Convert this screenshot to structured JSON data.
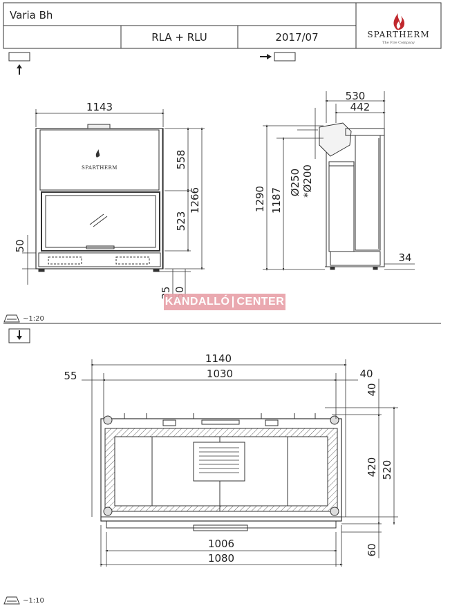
{
  "header": {
    "model": "Varia Bh",
    "variant": "RLA + RLU",
    "date": "2017/07",
    "logo_text": "SPARTHERM",
    "logo_tagline": "The Fire Company",
    "brand_color": "#c0282d"
  },
  "front_view": {
    "logo_text": "SPARTHERM",
    "dims": {
      "width": "1143",
      "h_upper": "558",
      "h_total": "1266",
      "h_window": "523",
      "left_50": "50",
      "bot_35": "35",
      "bot_50": "50"
    }
  },
  "side_view": {
    "dims": {
      "w_530": "530",
      "w_442": "442",
      "h_1290": "1290",
      "h_1187": "1187",
      "d_250": "Ø250",
      "d_200": "*Ø200",
      "r_34": "34"
    }
  },
  "top_view": {
    "dims": {
      "w_1140": "1140",
      "w_1030": "1030",
      "l_55": "55",
      "r_40": "40",
      "v_40": "40",
      "v_420": "420",
      "v_520": "520",
      "v_60": "60",
      "w_1006": "1006",
      "w_1080": "1080"
    }
  },
  "scales": {
    "upper": "~1:20",
    "lower": "~1:10"
  },
  "watermark": {
    "left": "KANDALLÓ",
    "right": "CENTER"
  }
}
